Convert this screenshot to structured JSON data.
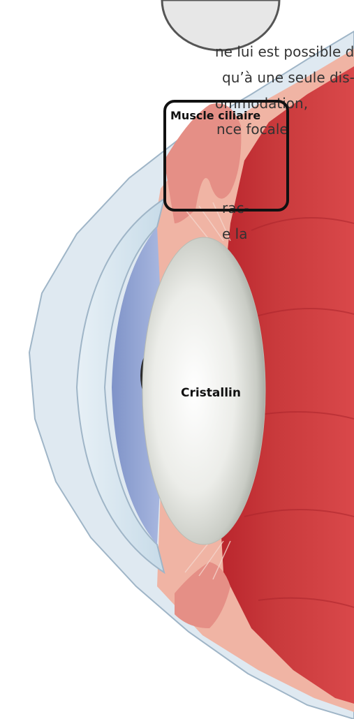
{
  "paragraph_lines": [
    "ne lui est possible de",
    "qu’à une seule dis-",
    "ommodation,",
    "nce focale",
    "rac-",
    "e la"
  ],
  "labels": {
    "ciliary_muscle": "Muscle ciliaire",
    "lens": "Cristallin"
  }
}
